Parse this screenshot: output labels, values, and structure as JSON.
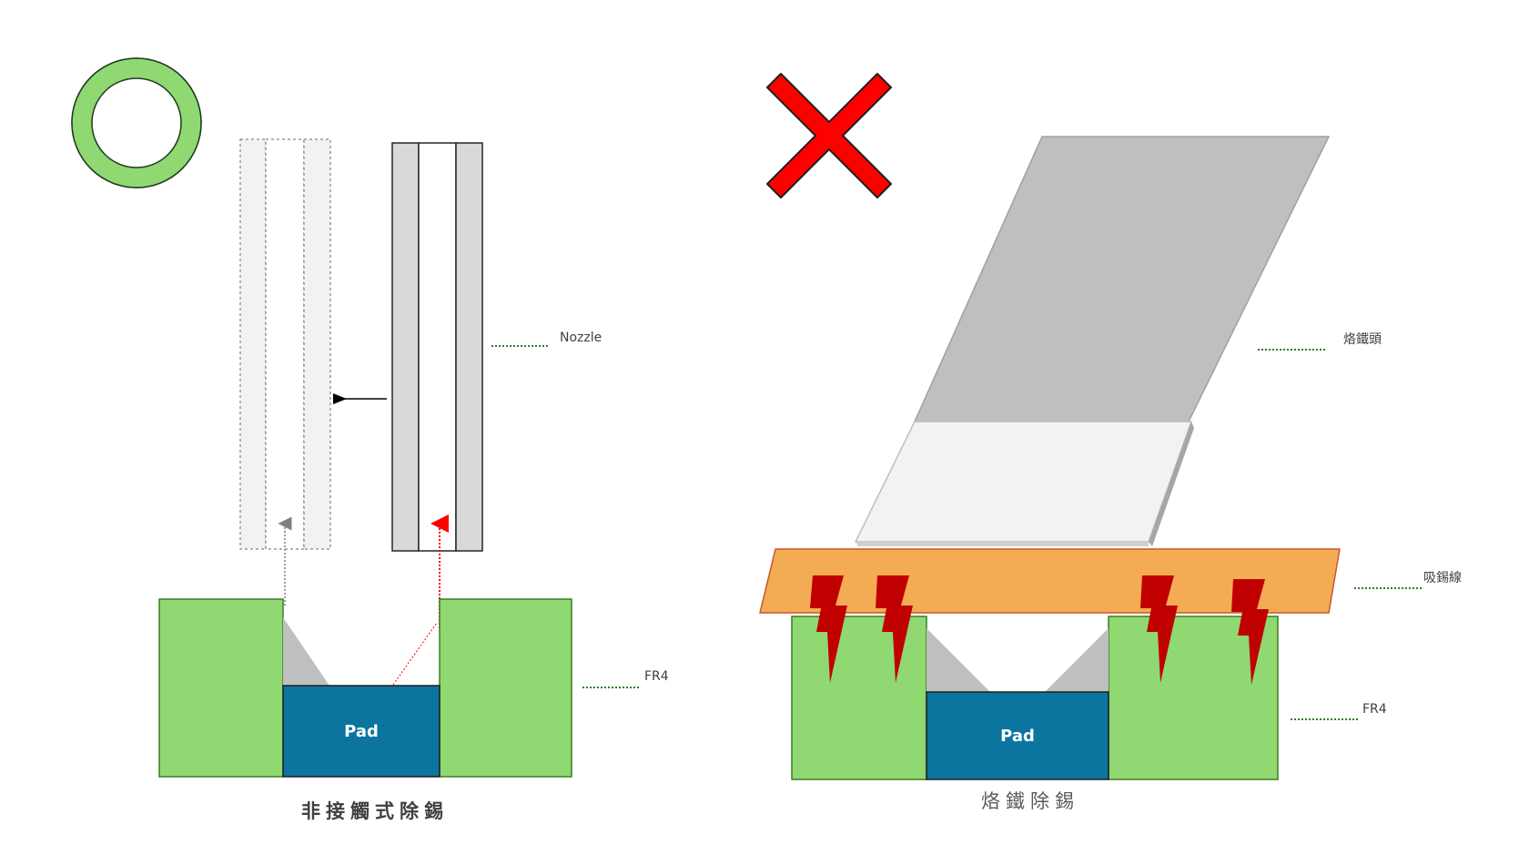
{
  "left_panel": {
    "label_nozzle": "Nozzle",
    "label_fr4": "FR4",
    "label_pad": "Pad",
    "caption": "非接觸式除錫",
    "symbol": "correct-circle-icon"
  },
  "right_panel": {
    "label_iron_tip": "烙鐵頭",
    "label_wick": "吸錫線",
    "label_fr4": "FR4",
    "label_pad": "Pad",
    "caption": "烙鐵除錫",
    "symbol": "wrong-cross-icon"
  },
  "colors": {
    "fr4_green": "#8fd872",
    "pad_blue": "#0c759f",
    "solder_gray": "#bfbfbf",
    "nozzle_gray": "#d9d9d9",
    "wick_orange": "#f4ac54",
    "heat_red": "#c00000",
    "cross_red": "#ff0000",
    "circle_green": "#8fd872"
  }
}
